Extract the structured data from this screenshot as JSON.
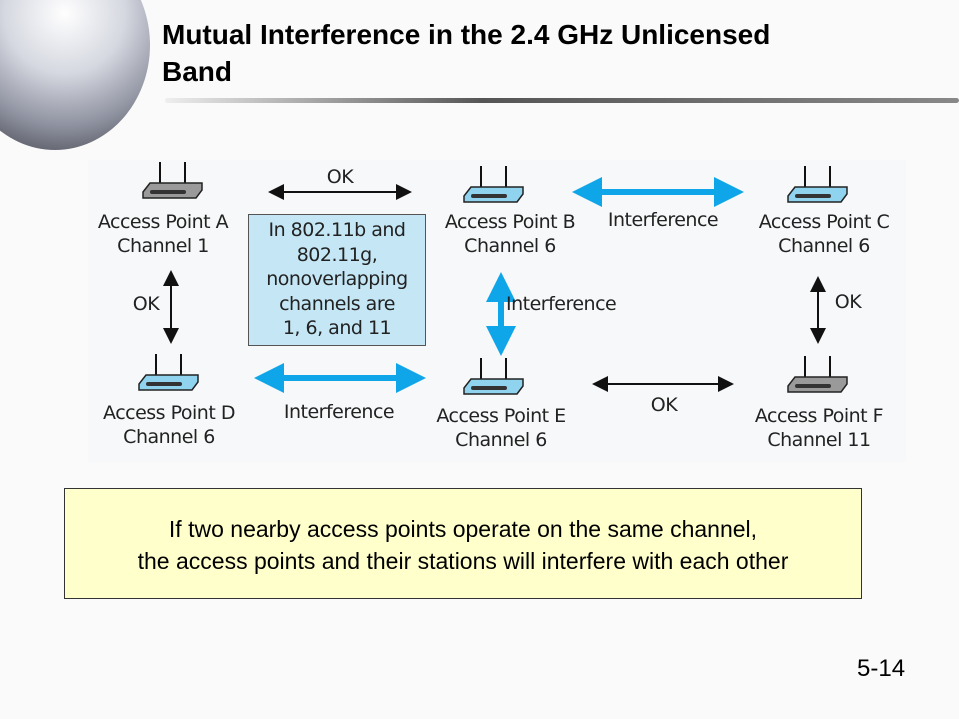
{
  "slide": {
    "title_line1": "Mutual Interference in the 2.4 GHz Unlicensed",
    "title_line2": "Band",
    "page_number": "5-14"
  },
  "diagram": {
    "access_points": [
      {
        "name": "Access Point A",
        "channel": "Channel 1",
        "color": "gray"
      },
      {
        "name": "Access Point B",
        "channel": "Channel 6",
        "color": "blue"
      },
      {
        "name": "Access Point C",
        "channel": "Channel 6",
        "color": "blue"
      },
      {
        "name": "Access Point D",
        "channel": "Channel 6",
        "color": "blue"
      },
      {
        "name": "Access Point E",
        "channel": "Channel 6",
        "color": "blue"
      },
      {
        "name": "Access Point F",
        "channel": "Channel 11",
        "color": "gray"
      }
    ],
    "links": {
      "a_b": "OK",
      "b_c": "Interference",
      "a_d": "OK",
      "b_e": "Interference",
      "c_f": "OK",
      "d_e": "Interference",
      "e_f": "OK"
    },
    "note": [
      "In 802.11b and",
      "802.11g,",
      "nonoverlapping",
      "channels are",
      "1, 6, and 11"
    ],
    "colors": {
      "interference": "#0ea5e9",
      "ok": "#111111",
      "router_blue": "#8fd3ef",
      "router_gray": "#9a9a9a",
      "note_bg": "#c4e6f5"
    }
  },
  "callout": {
    "line1": "If two nearby access points operate on the same channel,",
    "line2": "the access points and their stations will interfere with each other"
  }
}
